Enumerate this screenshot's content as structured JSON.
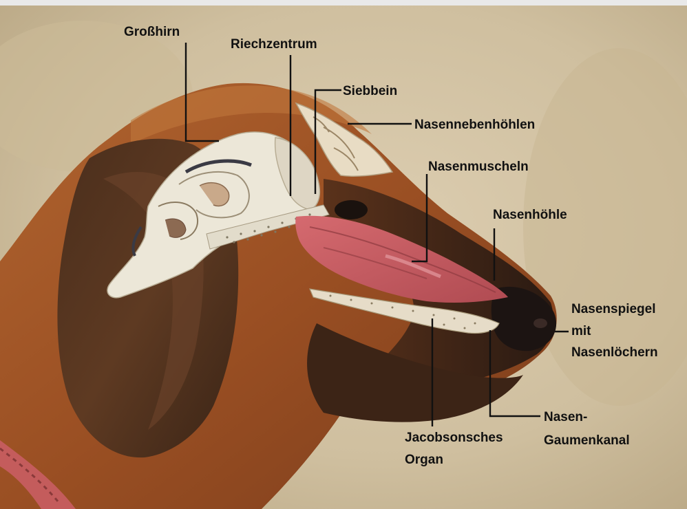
{
  "labels": {
    "grosshirn": "Großhirn",
    "riechzentrum": "Riechzentrum",
    "siebbein": "Siebbein",
    "nasennebenhoehlen": "Nasennebenhöhlen",
    "nasenmuscheln": "Nasenmuscheln",
    "nasenhoehle": "Nasenhöhle",
    "nasenspiegel_1": "Nasenspiegel",
    "nasenspiegel_2": "mit",
    "nasenspiegel_3": "Nasenlöchern",
    "nasen_gaumenkanal_1": "Nasen-",
    "nasen_gaumenkanal_2": "Gaumenkanal",
    "jacobson_1": "Jacobsonsches",
    "jacobson_2": "Organ"
  },
  "colors": {
    "background": "#d2c3a6",
    "dog_fur": "#a85a2c",
    "dog_fur_dark": "#3d2618",
    "brain": "#e8e2d2",
    "nasal_cavity": "#c25a5e",
    "label_text": "#111111"
  }
}
